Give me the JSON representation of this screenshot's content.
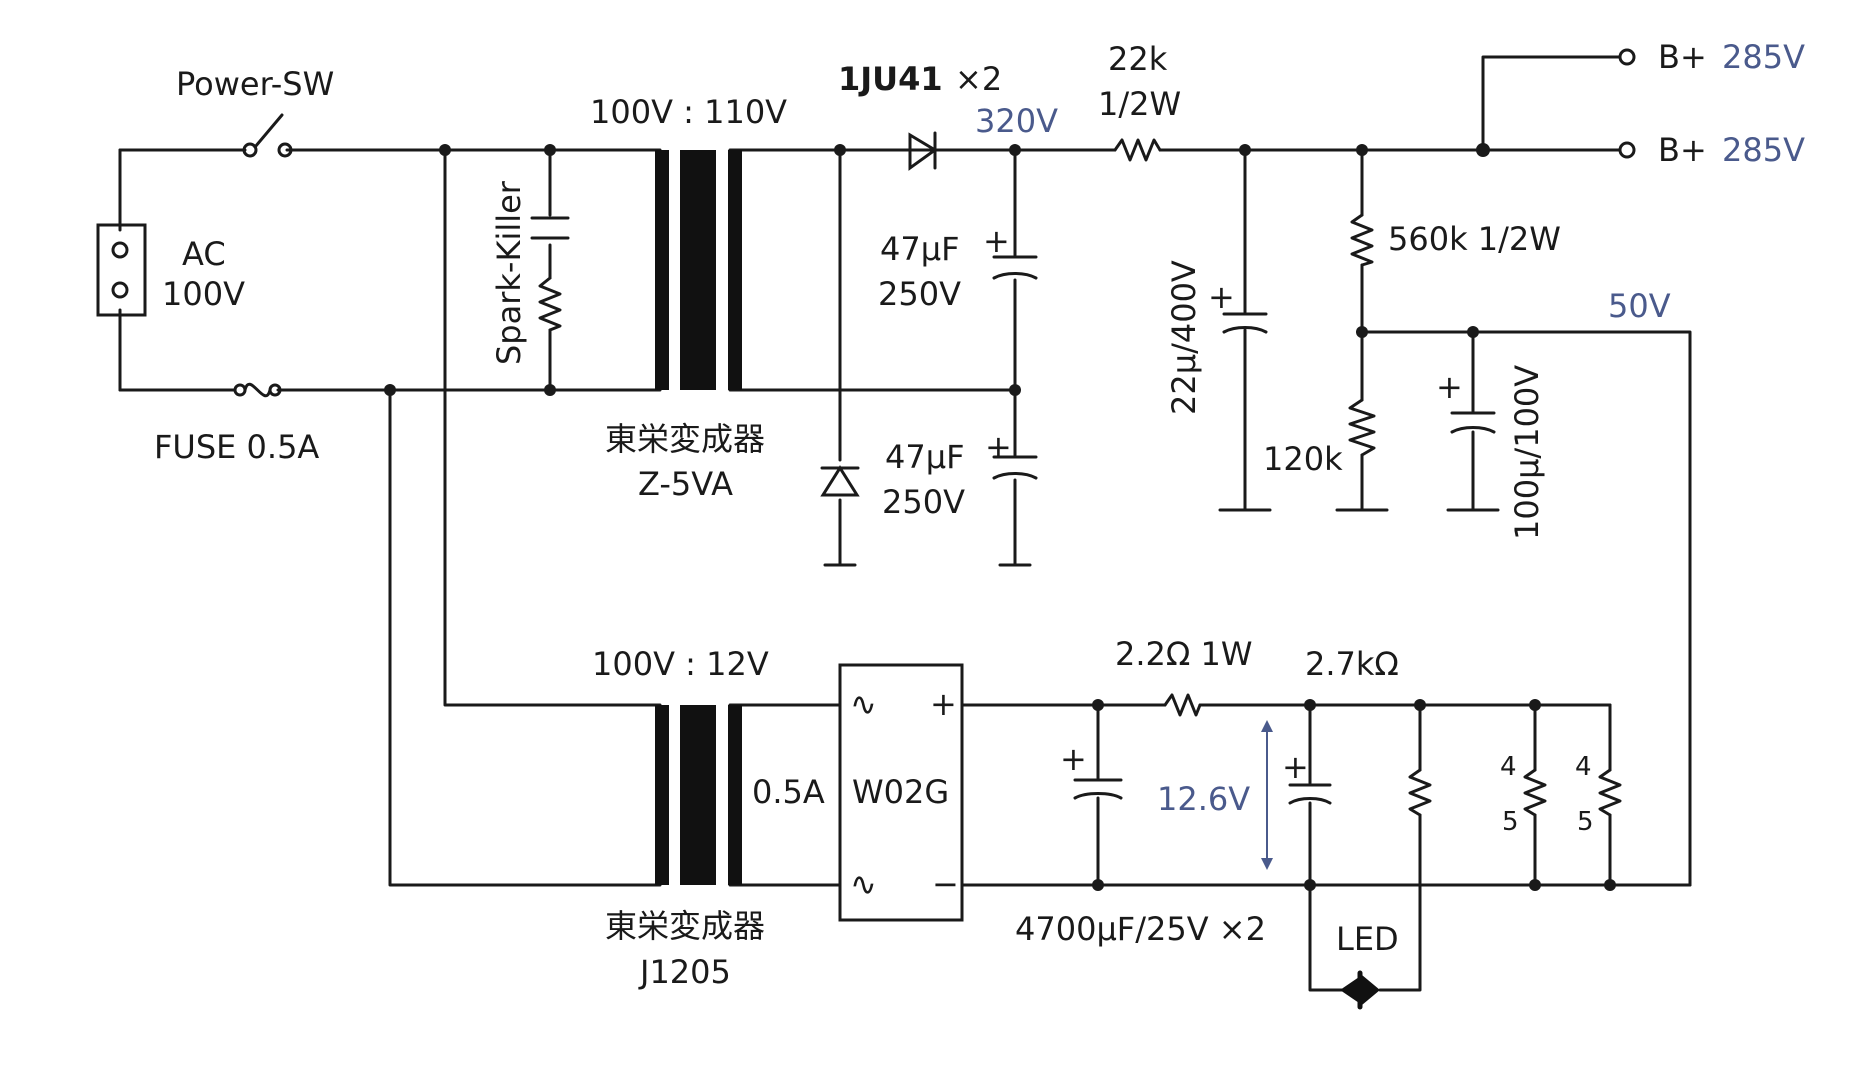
{
  "labels": {
    "power_sw": "Power-SW",
    "ac": "AC",
    "ac_voltage": "100V",
    "fuse": "FUSE 0.5A",
    "spark_killer": "Spark-Killer",
    "tr1_ratio": "100V : 110V",
    "tr1_maker": "東栄変成器",
    "tr1_model": "Z-5VA",
    "diode_part": "1JU41",
    "diode_mult": "×2",
    "v320": "320V",
    "c1_value": "47μF",
    "c1_volt": "250V",
    "c2_value": "47μF",
    "c2_volt": "250V",
    "r22k": "22k",
    "r22k_power": "1/2W",
    "c22": "22μ/400V",
    "r560k": "560k 1/2W",
    "r120k": "120k",
    "c100": "100μ/100V",
    "v50": "50V",
    "bplus1": "B+",
    "bplus1_v": "285V",
    "bplus2": "B+",
    "bplus2_v": "285V",
    "tr2_ratio": "100V : 12V",
    "tr2_current": "0.5A",
    "tr2_maker": "東栄変成器",
    "tr2_model": "J1205",
    "bridge": "W02G",
    "bridge_plus": "+",
    "bridge_minus": "−",
    "bridge_ac1": "∿",
    "bridge_ac2": "∿",
    "r22ohm": "2.2Ω 1W",
    "r27k": "2.7kΩ",
    "v126": "12.6V",
    "c4700": "4700μF/25V ×2",
    "led": "LED",
    "heater1_a": "4",
    "heater1_b": "5",
    "heater2_a": "4",
    "heater2_b": "5",
    "plus": "+"
  },
  "colors": {
    "ink": "#1a1a1a",
    "annotation_blue": "#4a5a8c",
    "background": "#ffffff"
  }
}
